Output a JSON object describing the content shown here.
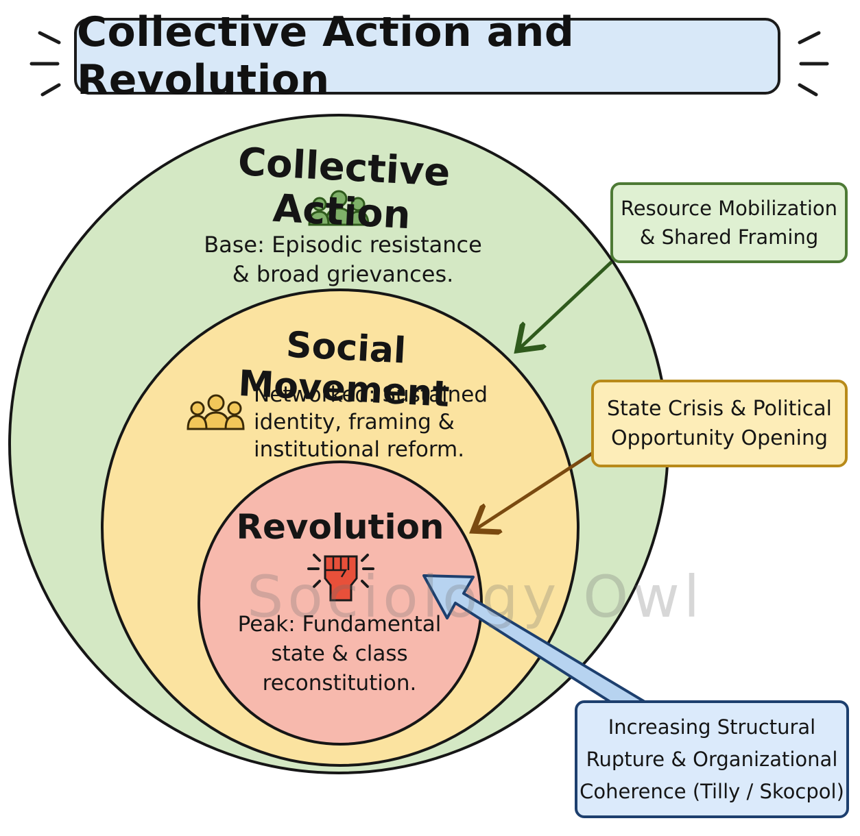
{
  "title": "Collective Action and Revolution",
  "layers": {
    "outer": {
      "title": "Collective Action",
      "icon": "people-group-icon",
      "description_lines": [
        "Base: Episodic resistance",
        "& broad grievances."
      ],
      "fill": "#d4e8c4"
    },
    "middle": {
      "title": "Social Movement",
      "icon": "people-group-icon",
      "description_lines": [
        "Networked: Sustained",
        "identity, framing &",
        "institutional reform."
      ],
      "fill": "#fbe3a0"
    },
    "inner": {
      "title": "Revolution",
      "icon": "raised-fist-icon",
      "description_lines": [
        "Peak: Fundamental",
        "state & class",
        "reconstitution."
      ],
      "fill": "#f7b9ad"
    }
  },
  "side_boxes": {
    "resource": {
      "lines": [
        "Resource Mobilization",
        "& Shared Framing"
      ],
      "fill": "#dff0d2",
      "border": "#4d7a35"
    },
    "state": {
      "lines": [
        "State Crisis & Political",
        "Opportunity Opening"
      ],
      "fill": "#fdedb8",
      "border": "#b88a1a"
    },
    "structural": {
      "lines": [
        "Increasing Structural",
        "Rupture & Organizational",
        "Coherence (Tilly / Skocpol)"
      ],
      "fill": "#dbeafb",
      "border": "#1d3f6e"
    }
  },
  "watermark": "Sociology Owl"
}
